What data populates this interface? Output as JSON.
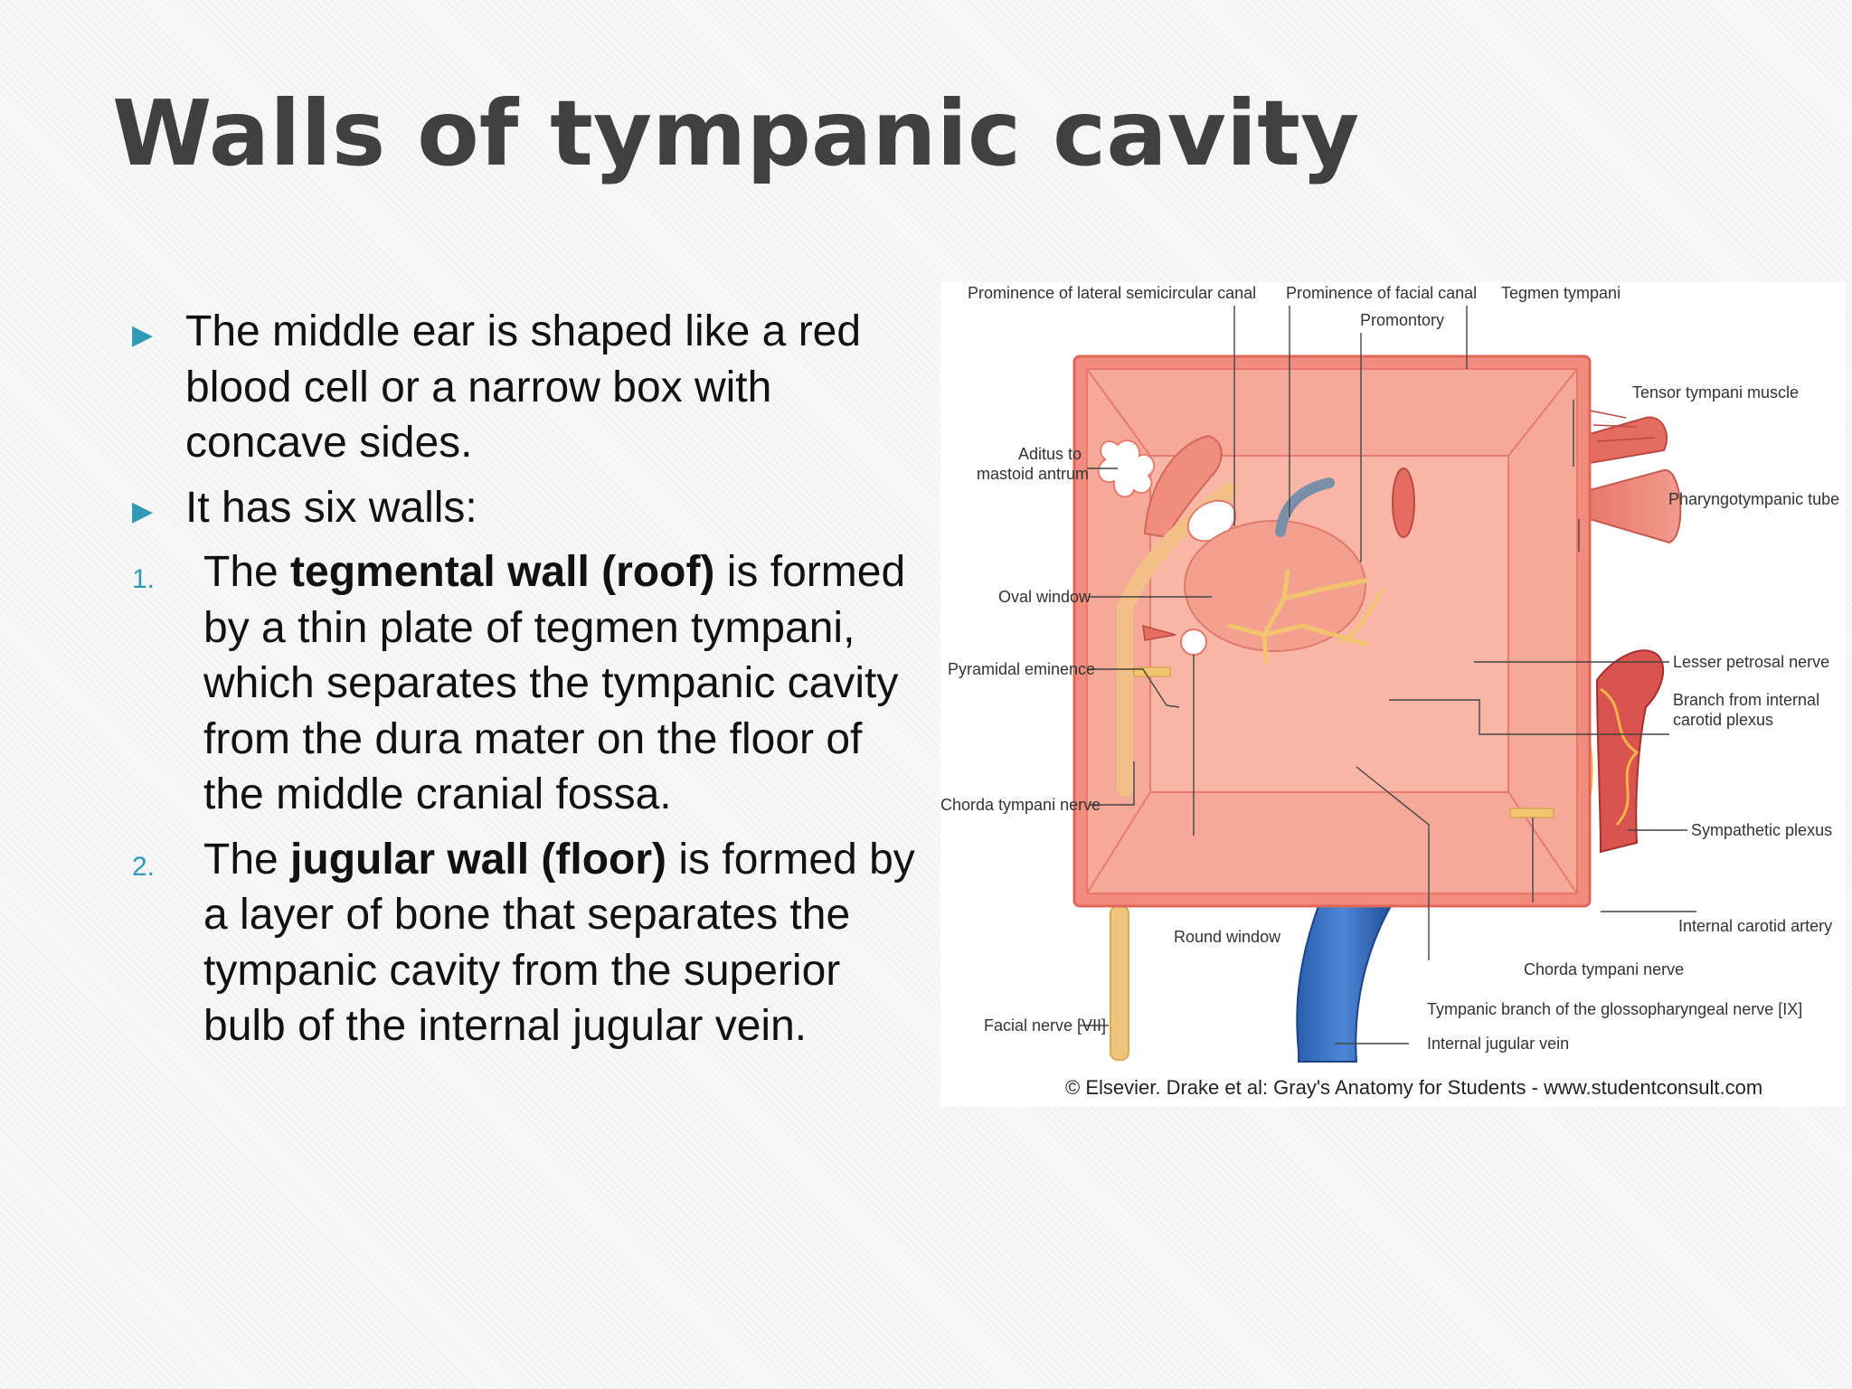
{
  "slide": {
    "title": "Walls of tympanic cavity",
    "bullets": [
      "The middle ear is shaped like a red blood cell or a narrow box with concave sides.",
      "It has six walls:"
    ],
    "numbered": [
      {
        "number": "1.",
        "pre": "The ",
        "bold": "tegmental wall (roof)",
        "post": " is formed by a thin plate of tegmen tympani, which separates the tympanic cavity from the dura mater on the floor of the middle cranial fossa."
      },
      {
        "number": "2.",
        "pre": "The ",
        "bold": "jugular wall (floor)",
        "post": " is formed by a layer of bone that separates the tympanic cavity from the superior bulb of the internal jugular vein."
      }
    ]
  },
  "figure": {
    "labels": {
      "lateral_semicircular": "Prominence of lateral semicircular canal",
      "facial_canal": "Prominence of facial canal",
      "tegmen": "Tegmen tympani",
      "promontory": "Promontory",
      "tensor": "Tensor tympani muscle",
      "aditus_1": "Aditus to",
      "aditus_2": "mastoid antrum",
      "pharyngotympanic": "Pharyngotympanic tube",
      "oval_window": "Oval window",
      "pyramidal": "Pyramidal eminence",
      "lesser_petrosal": "Lesser petrosal nerve",
      "branch_1": "Branch from internal",
      "branch_2": "carotid plexus",
      "chorda_left": "Chorda tympani nerve",
      "sympathetic": "Sympathetic plexus",
      "round_window": "Round window",
      "internal_carotid": "Internal carotid artery",
      "chorda_right": "Chorda tympani nerve",
      "tympanic_branch": "Tympanic branch of the glossopharyngeal nerve [IX]",
      "facial_nerve": "Facial nerve [VII]",
      "jugular_vein": "Internal jugular vein"
    },
    "credit": "© Elsevier. Drake et al: Gray's Anatomy for Students - www.studentconsult.com"
  }
}
